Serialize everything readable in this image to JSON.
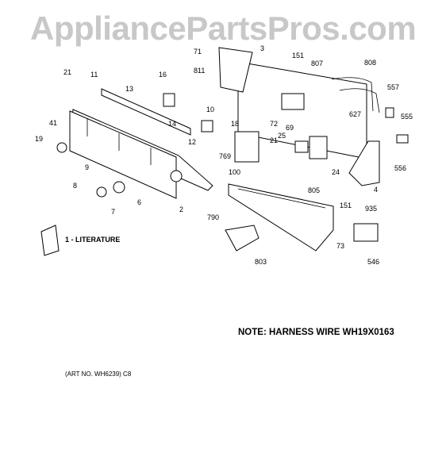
{
  "watermark": "AppliancePartsPros.com",
  "note": "NOTE: HARNESS WIRE WH19X0163",
  "art_number": "(ART NO. WH6239) C8",
  "literature_label": "1 - LITERATURE",
  "callouts": {
    "c71": "71",
    "c3": "3",
    "c151a": "151",
    "c807": "807",
    "c808": "808",
    "c811": "811",
    "c21a": "21",
    "c11": "11",
    "c13": "13",
    "c16": "16",
    "c10": "10",
    "c557": "557",
    "c627": "627",
    "c555": "555",
    "c72": "72",
    "c69": "69",
    "c25": "25",
    "c21b": "21",
    "c41": "41",
    "c14": "14",
    "c12": "12",
    "c18": "18",
    "c556": "556",
    "c19": "19",
    "c769": "769",
    "c24": "24",
    "c100": "100",
    "c9": "9",
    "c8": "8",
    "c7": "7",
    "c6": "6",
    "c805": "805",
    "c4": "4",
    "c2": "2",
    "c151b": "151",
    "c935": "935",
    "c790": "790",
    "c73": "73",
    "c803": "803",
    "c546": "546"
  }
}
